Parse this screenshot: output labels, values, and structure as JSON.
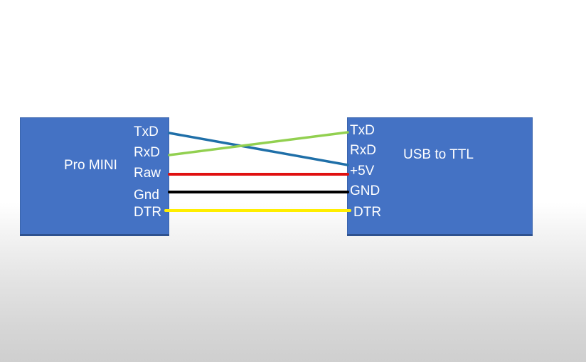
{
  "diagram": {
    "left_board": {
      "title": "Pro MINI",
      "pins": [
        "TxD",
        "RxD",
        "Raw",
        "Gnd",
        "DTR"
      ],
      "color": "#4472c4"
    },
    "right_board": {
      "title": "USB to TTL",
      "pins": [
        "TxD",
        "RxD",
        "+5V",
        "GND",
        "DTR"
      ],
      "color": "#4472c4"
    },
    "connections": [
      {
        "from": "TxD",
        "to": "+5V",
        "color": "#1f6fa8"
      },
      {
        "from": "RxD",
        "to": "TxD",
        "color": "#92d050"
      },
      {
        "from": "Raw",
        "to": "+5V",
        "color": "#e01010"
      },
      {
        "from": "Gnd",
        "to": "GND",
        "color": "#000000"
      },
      {
        "from": "DTR",
        "to": "DTR",
        "color": "#ffee00"
      }
    ]
  }
}
